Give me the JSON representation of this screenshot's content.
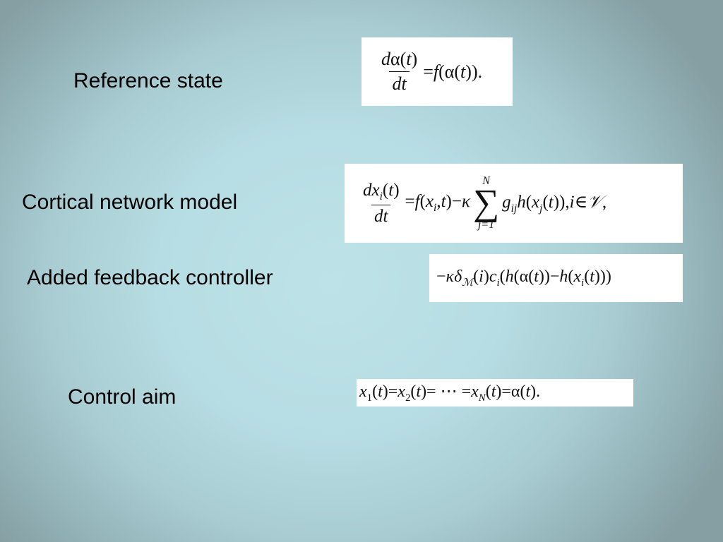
{
  "rows": [
    {
      "label": "Reference state",
      "equation": "dα(t)/dt = f(α(t))."
    },
    {
      "label": "Cortical network model",
      "equation": "dx_i(t)/dt = f(x_i,t) − κ Σ_{j=1}^{N} g_ij h(x_j(t)), i∈V,"
    },
    {
      "label": "Added feedback controller",
      "equation": "− κ δ_M(i) c_i (h(α(t)) − h(x_i(t)))"
    },
    {
      "label": "Control aim",
      "equation": "x_1(t) = x_2(t) = ⋯ = x_N(t) = α(t)."
    }
  ]
}
